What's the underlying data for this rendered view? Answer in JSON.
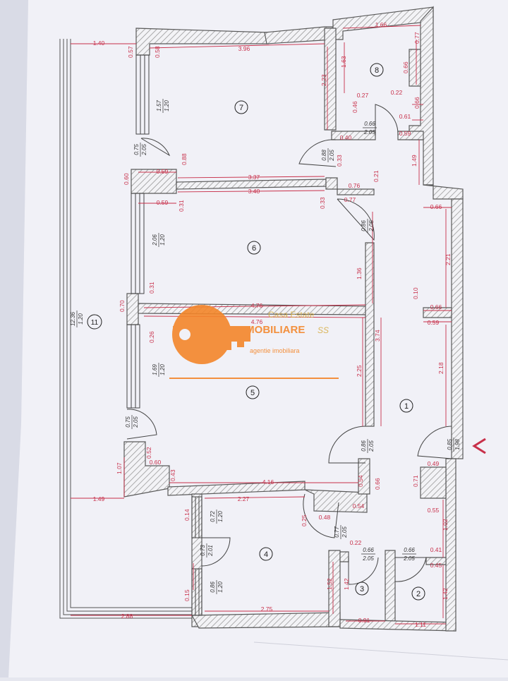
{
  "rooms": [
    {
      "id": "1",
      "label": "1"
    },
    {
      "id": "2",
      "label": "2"
    },
    {
      "id": "3",
      "label": "3"
    },
    {
      "id": "4",
      "label": "4"
    },
    {
      "id": "5",
      "label": "5"
    },
    {
      "id": "6",
      "label": "6"
    },
    {
      "id": "7",
      "label": "7"
    },
    {
      "id": "8",
      "label": "8"
    },
    {
      "id": "11",
      "label": "11"
    }
  ],
  "dimensions": {
    "d140": "1.40",
    "d057a": "0.57",
    "d058": "0.58",
    "d396": "3.96",
    "d166": "1.66",
    "d077a": "0.77",
    "d163": "1.63",
    "d223": "2.23",
    "d066a": "0.66",
    "d022": "0.22",
    "d027": "0.27",
    "d046": "0.46",
    "d066b": "0.66",
    "d061": "0.61",
    "d040": "0.40",
    "d059a": "0.59",
    "d149a": "1.49",
    "d066c": "0.66",
    "d221": "2.21",
    "d010": "0.10",
    "d066d": "0.66",
    "d059b": "0.59",
    "d218": "2.18",
    "d059c": "0.59",
    "d088": "0.88",
    "d060a": "0.60",
    "d059d": "0.59",
    "d337": "3.37",
    "d340": "3.40",
    "d031a": "0.31",
    "d033a": "0.33",
    "d076": "0.76",
    "d021": "0.21",
    "d033b": "0.33",
    "d077b": "0.77",
    "d136": "1.36",
    "d374": "3.74",
    "d070": "0.70",
    "d031b": "0.31",
    "d476a": "4.76",
    "d476b": "4.76",
    "d026": "0.26",
    "d225": "2.25",
    "d1236": "12.36",
    "d120w": "1.20",
    "d107": "1.07",
    "d052": "0.52",
    "d060b": "0.60",
    "d043": "0.43",
    "d416": "4.16",
    "d054a": "0.54",
    "d066e": "0.66",
    "d149b": "1.49",
    "d227": "2.27",
    "d054b": "0.54",
    "d014": "0.14",
    "d048": "0.48",
    "d025": "0.25",
    "d071": "0.71",
    "d049": "0.49",
    "d055": "0.55",
    "d102": "1.02",
    "d041": "0.41",
    "d045": "0.45",
    "d022b": "0.22",
    "d152": "1.52",
    "d142a": "1.42",
    "d142b": "1.42",
    "d015": "0.15",
    "d288": "2.88",
    "d275": "2.75",
    "d091": "0.91",
    "d111": "1.11"
  },
  "windows": [
    {
      "id": "w7",
      "top": "1.57",
      "bottom": "1.20"
    },
    {
      "id": "w6",
      "top": "2.06",
      "bottom": "1.20"
    },
    {
      "id": "w5",
      "top": "1.69",
      "bottom": "1.20"
    },
    {
      "id": "w4a",
      "top": "0.72",
      "bottom": "1.20"
    },
    {
      "id": "w4b",
      "top": "0.86",
      "bottom": "1.20"
    },
    {
      "id": "w11",
      "top": "12.36",
      "bottom": "1.20"
    }
  ],
  "doors": [
    {
      "id": "dr8",
      "top": "0.66",
      "bottom": "2.05"
    },
    {
      "id": "dr7",
      "top": "0.88",
      "bottom": "2.05"
    },
    {
      "id": "dr7b",
      "top": "0.75",
      "bottom": "2.05"
    },
    {
      "id": "dr6",
      "top": "0.86",
      "bottom": "2.05"
    },
    {
      "id": "dr5",
      "top": "0.75",
      "bottom": "2.05"
    },
    {
      "id": "dr5b",
      "top": "0.86",
      "bottom": "2.05"
    },
    {
      "id": "dr1",
      "top": "0.85",
      "bottom": "1.98"
    },
    {
      "id": "dr4",
      "top": "0.77",
      "bottom": "2.05"
    },
    {
      "id": "dr4b",
      "top": "0.73",
      "bottom": "2.01"
    },
    {
      "id": "dr3",
      "top": "0.66",
      "bottom": "2.05"
    },
    {
      "id": "dr2",
      "top": "0.66",
      "bottom": "2.05"
    }
  ],
  "watermark": {
    "brand": "Casa Estate",
    "name": "IMOBILIARE",
    "tagline": "agentie imobiliara",
    "mark": "SS"
  },
  "colors": {
    "paper": "#f1f1f7",
    "wall_stroke": "#5a5a5a",
    "hatch": "#9a9a9a",
    "dimension": "#c8304a",
    "watermark_orange": "#f4862a",
    "watermark_gold": "#d8b04a"
  }
}
